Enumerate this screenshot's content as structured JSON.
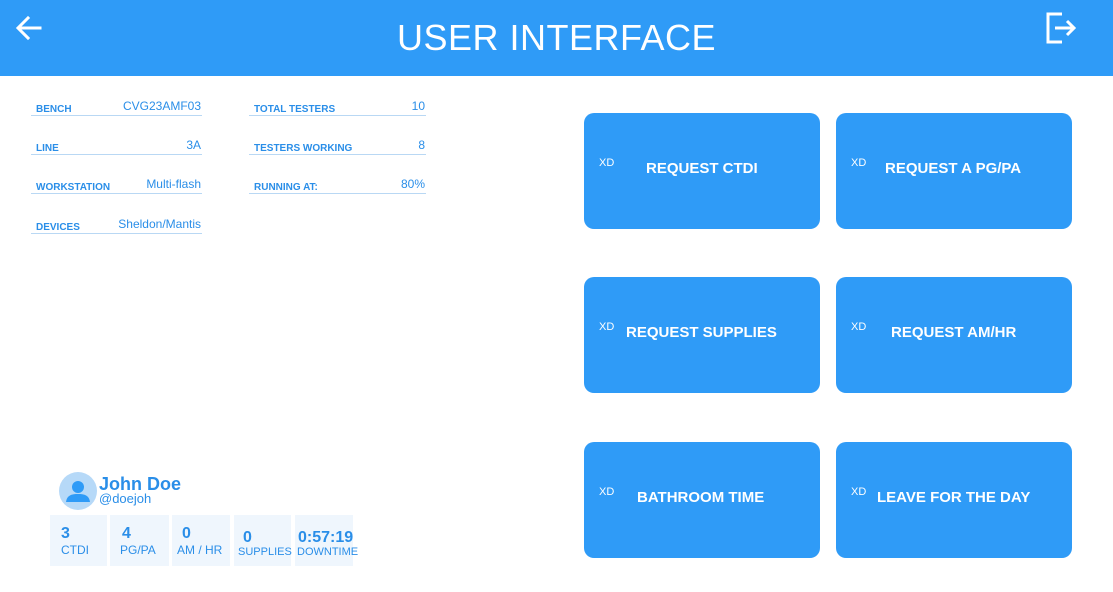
{
  "header": {
    "title": "USER INTERFACE",
    "back_icon": "arrow-left-icon",
    "logout_icon": "logout-icon",
    "background_color": "#2f9bf7"
  },
  "info": {
    "bench": {
      "label": "BENCH",
      "value": "CVG23AMF03"
    },
    "line": {
      "label": "LINE",
      "value": "3A"
    },
    "workstation": {
      "label": "WORKSTATION",
      "value": "Multi-flash"
    },
    "devices": {
      "label": "DEVICES",
      "value": "Sheldon/Mantis"
    },
    "total_testers": {
      "label": "TOTAL TESTERS",
      "value": "10"
    },
    "testers_working": {
      "label": "TESTERS WORKING",
      "value": "8"
    },
    "running_at": {
      "label": "RUNNING AT:",
      "value": "80%"
    }
  },
  "actions": [
    {
      "xd": "XD",
      "label": "REQUEST CTDI"
    },
    {
      "xd": "XD",
      "label": "REQUEST A PG/PA"
    },
    {
      "xd": "XD",
      "label": "REQUEST SUPPLIES"
    },
    {
      "xd": "XD",
      "label": "REQUEST AM/HR"
    },
    {
      "xd": "XD",
      "label": "BATHROOM TIME"
    },
    {
      "xd": "XD",
      "label": "LEAVE FOR THE DAY"
    }
  ],
  "profile": {
    "name": "John Doe",
    "handle": "@doejoh",
    "avatar_icon": "user-avatar-icon"
  },
  "stats": [
    {
      "value": "3",
      "caption": "CTDI"
    },
    {
      "value": "4",
      "caption": "PG/PA"
    },
    {
      "value": "0",
      "caption": "AM / HR"
    },
    {
      "value": "0",
      "caption": "SUPPLIES"
    },
    {
      "value": "0:57:19",
      "caption": "DOWNTIME"
    }
  ],
  "colors": {
    "accent": "#2f9bf7",
    "text_blue": "#2a8ee8",
    "avatar_bg": "#b6d9f8",
    "stat_bg": "#eff6fd"
  }
}
